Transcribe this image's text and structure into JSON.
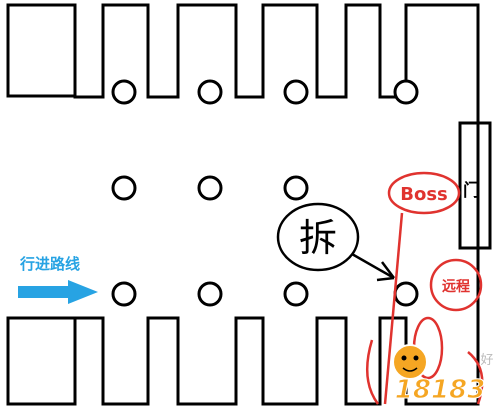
{
  "labels": {
    "route": "行进路线",
    "boss": "Boss",
    "door": "门",
    "ranged": "远程",
    "demolish": "拆",
    "watermark": "18183",
    "watermark_suffix": "好"
  },
  "colors": {
    "wall": "#000000",
    "arrow": "#27a3e3",
    "annotation": "#e0332f",
    "watermark": "#f5a623",
    "background": "#ffffff"
  },
  "icons": [
    "pillar-icon",
    "route-arrow-icon",
    "annotation-arrow-icon",
    "watermark-mascot-icon"
  ]
}
